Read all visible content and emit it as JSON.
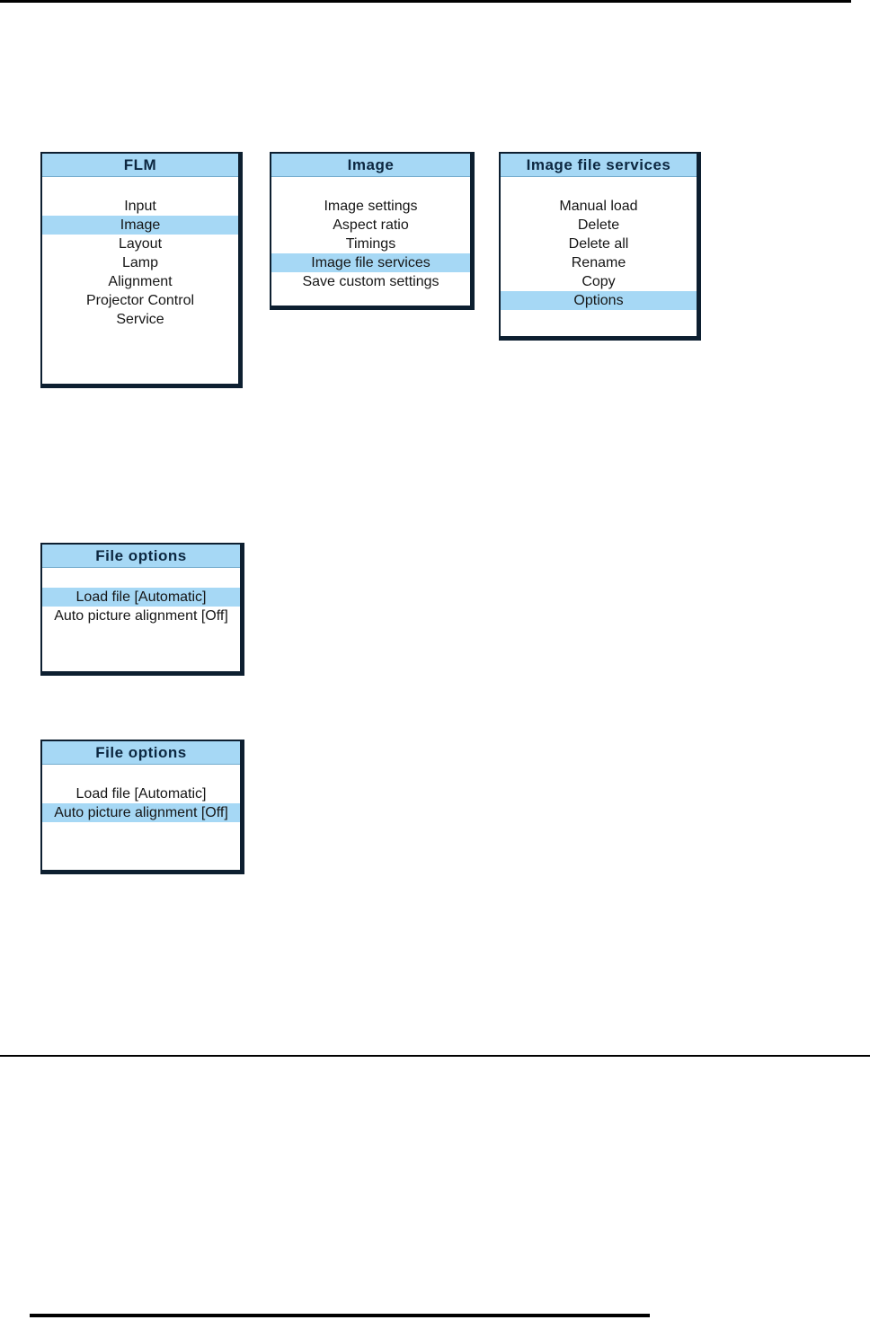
{
  "colors": {
    "menu_highlight": "#a6d8f5",
    "menu_border": "#0d1f30",
    "menu_title_text": "#0c2740",
    "menu_item_text": "#161616",
    "rule_color": "#000000"
  },
  "menus": [
    {
      "title": "FLM",
      "items": [
        {
          "label": "Input",
          "highlighted": false
        },
        {
          "label": "Image",
          "highlighted": true
        },
        {
          "label": "Layout",
          "highlighted": false
        },
        {
          "label": "Lamp",
          "highlighted": false
        },
        {
          "label": "Alignment",
          "highlighted": false
        },
        {
          "label": "Projector Control",
          "highlighted": false
        },
        {
          "label": "Service",
          "highlighted": false
        }
      ]
    },
    {
      "title": "Image",
      "items": [
        {
          "label": "Image settings",
          "highlighted": false
        },
        {
          "label": "Aspect ratio",
          "highlighted": false
        },
        {
          "label": "Timings",
          "highlighted": false
        },
        {
          "label": "Image file services",
          "highlighted": true
        },
        {
          "label": "Save custom settings",
          "highlighted": false
        }
      ]
    },
    {
      "title": "Image file services",
      "items": [
        {
          "label": "Manual load",
          "highlighted": false
        },
        {
          "label": "Delete",
          "highlighted": false
        },
        {
          "label": "Delete all",
          "highlighted": false
        },
        {
          "label": "Rename",
          "highlighted": false
        },
        {
          "label": "Copy",
          "highlighted": false
        },
        {
          "label": "Options",
          "highlighted": true
        }
      ]
    },
    {
      "title": "File options",
      "items": [
        {
          "label": "Load file [Automatic]",
          "highlighted": true
        },
        {
          "label": "Auto picture alignment [Off]",
          "highlighted": false
        }
      ]
    },
    {
      "title": "File options",
      "items": [
        {
          "label": "Load file [Automatic]",
          "highlighted": false
        },
        {
          "label": "Auto picture alignment [Off]",
          "highlighted": true
        }
      ]
    }
  ]
}
